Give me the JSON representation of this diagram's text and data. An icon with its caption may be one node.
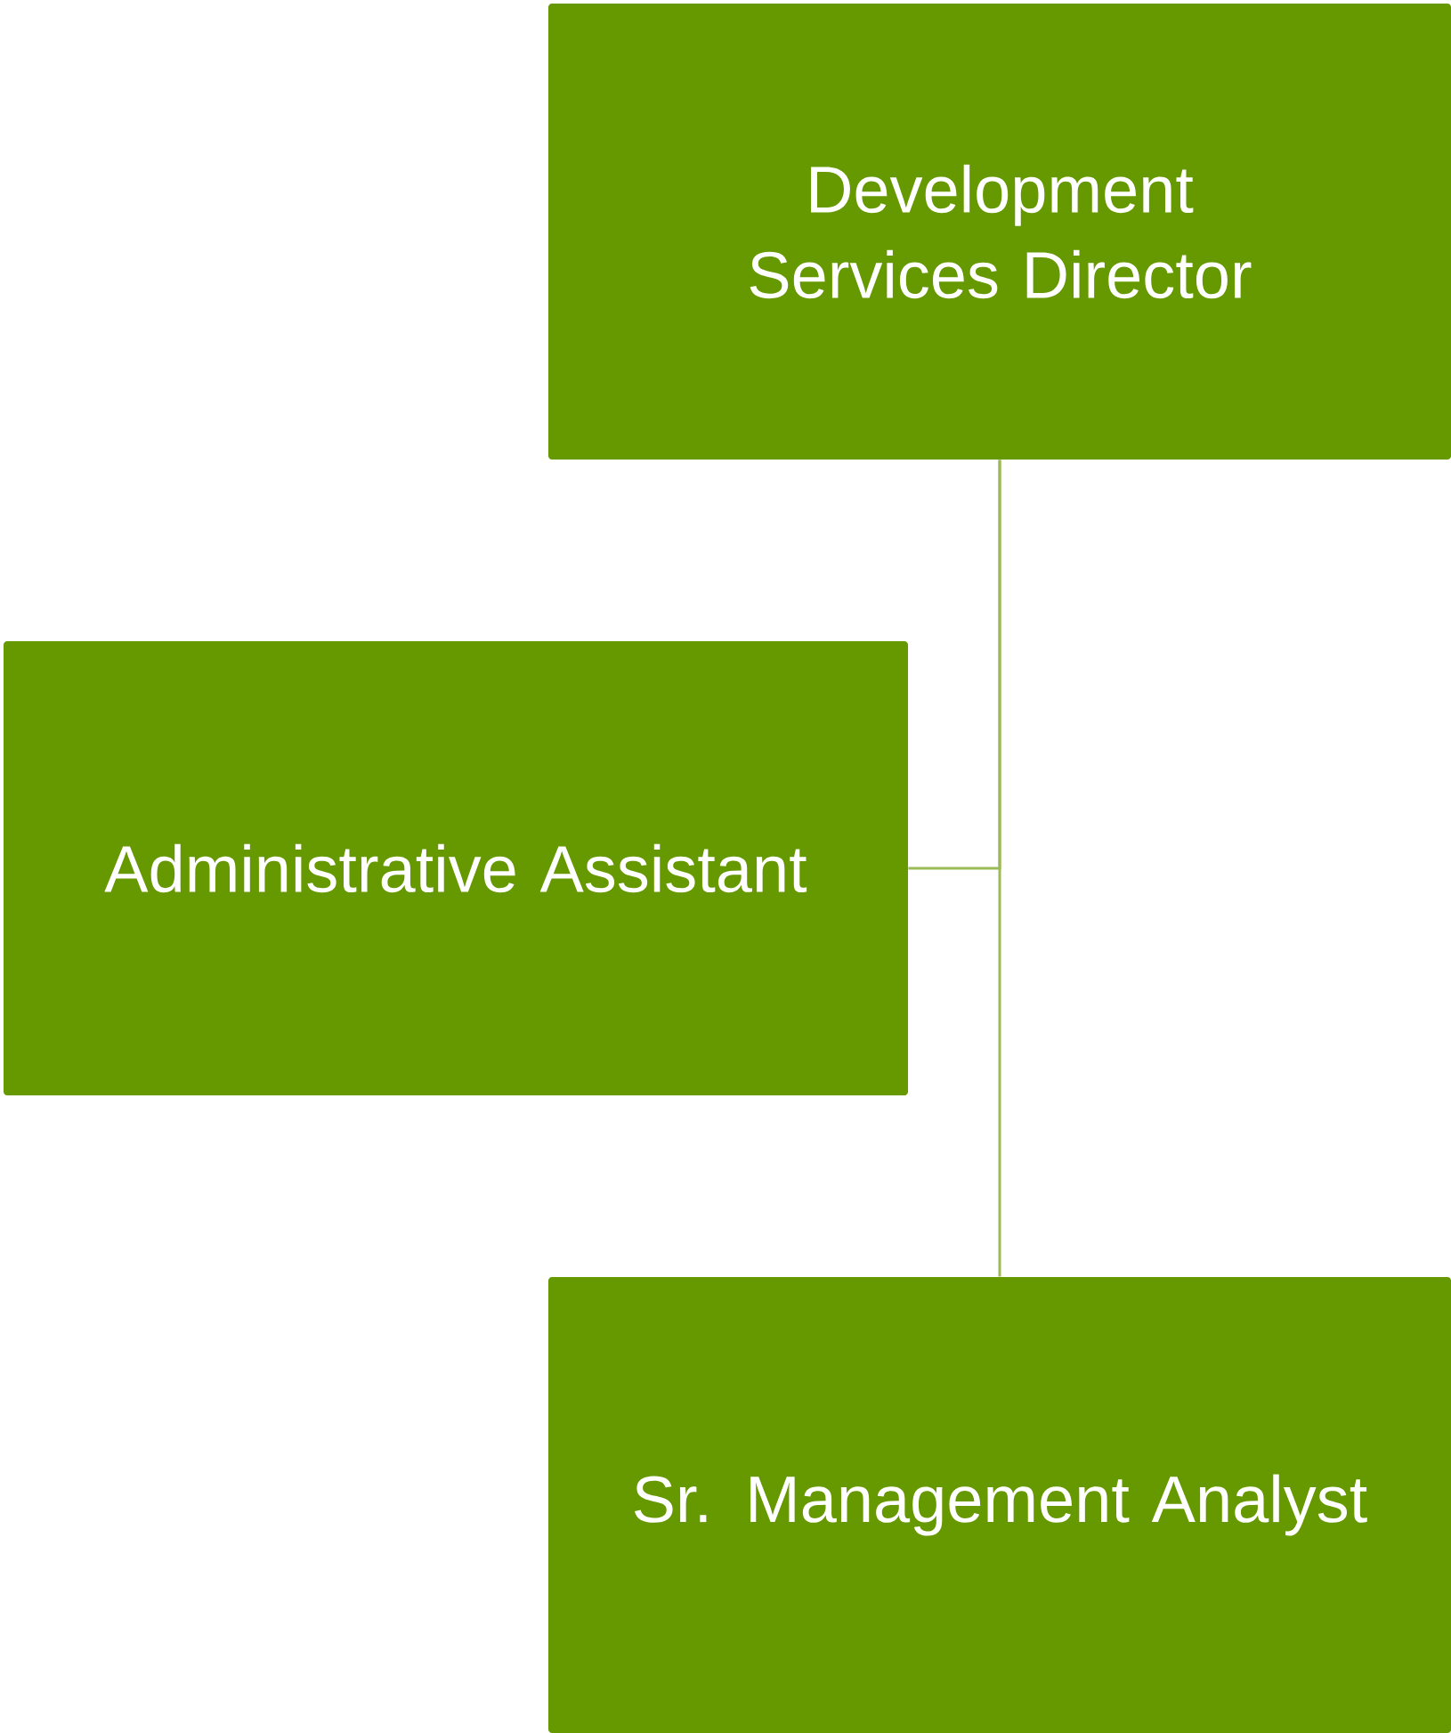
{
  "diagram": {
    "nodes": [
      {
        "text": [
          "Development Services Director"
        ]
      },
      {
        "text": [
          "Administrative Assistant"
        ]
      },
      {
        "text": [
          "Sr. Management Analyst"
        ]
      }
    ],
    "edges": [
      {
        "from": 0,
        "to": 1,
        "arrow": "none"
      },
      {
        "from": 0,
        "to": 2,
        "arrow": "none"
      }
    ]
  }
}
